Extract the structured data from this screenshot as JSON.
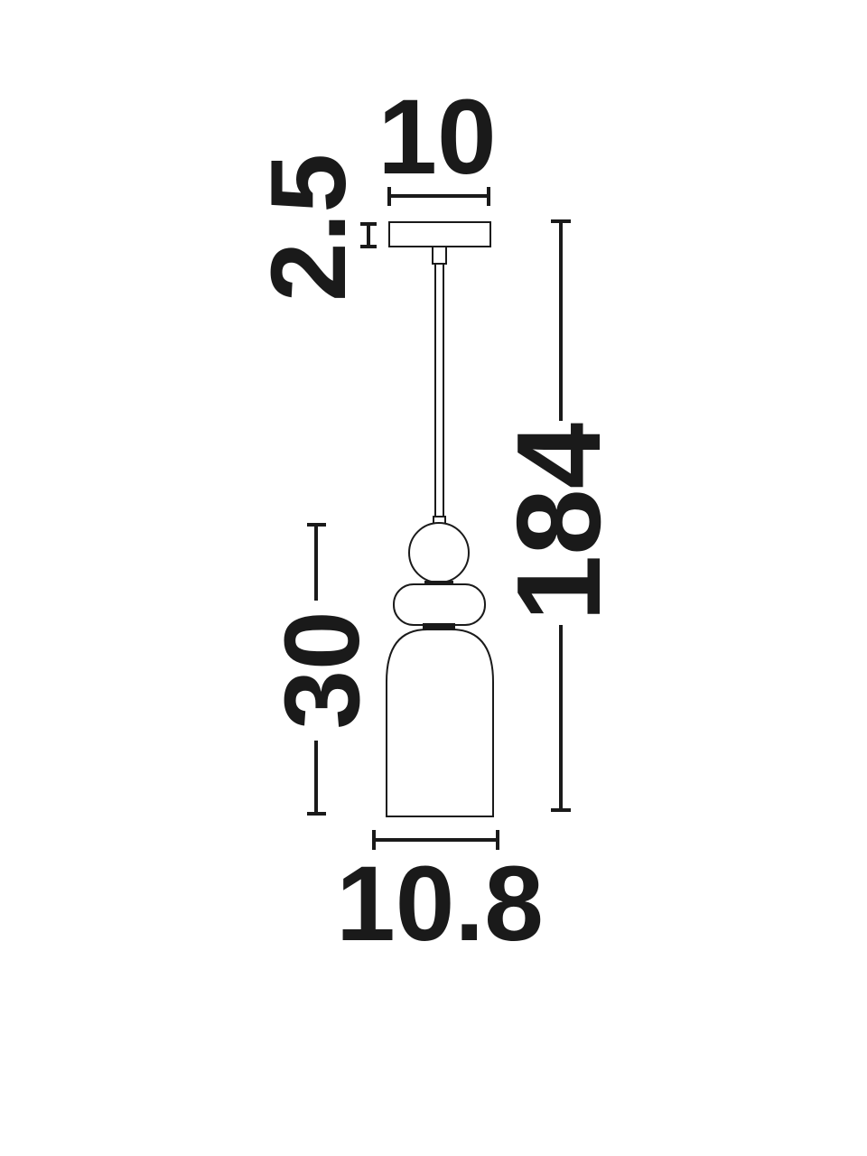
{
  "dimensions": {
    "canopy_width": "10",
    "canopy_height": "2.5",
    "total_height": "184",
    "shade_height": "30",
    "shade_width": "10.8"
  },
  "colors": {
    "ink": "#1a1a1a",
    "background": "#ffffff"
  }
}
